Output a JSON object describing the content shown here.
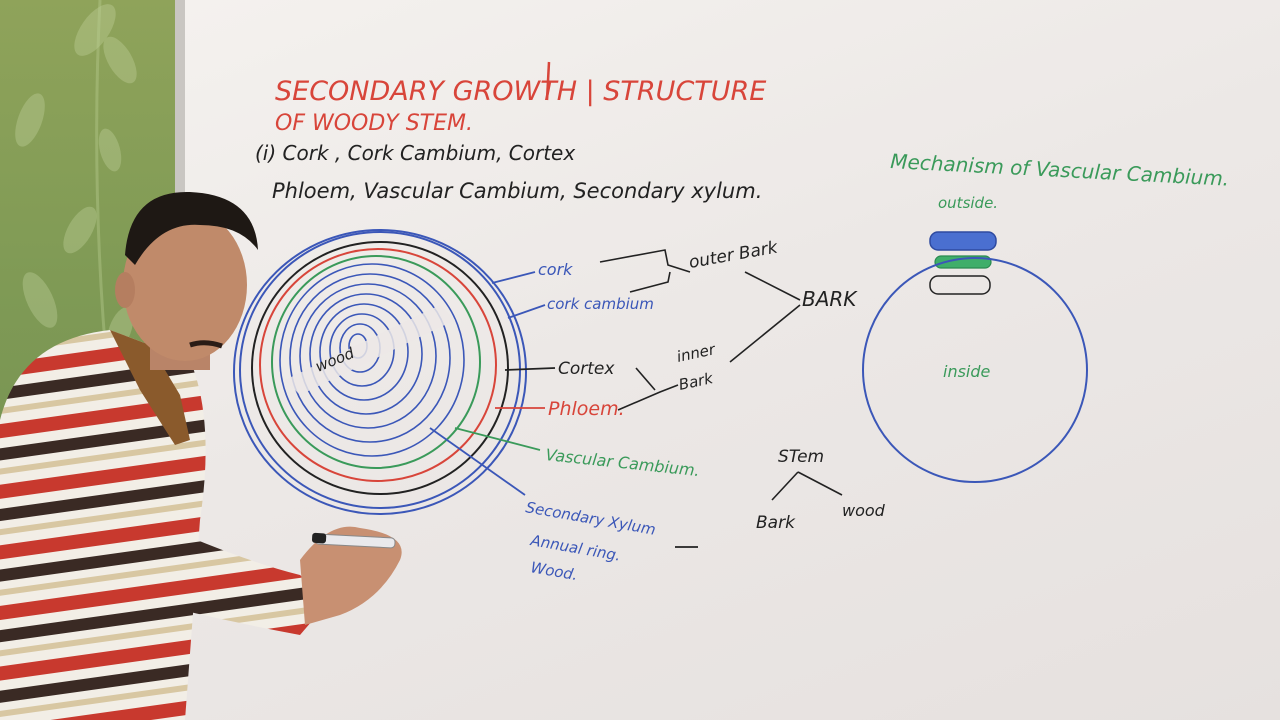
{
  "board": {
    "title_line1": "SECONDARY GROWTH | STRUCTURE",
    "title_line2": "OF WOODY STEM.",
    "list_line1": "(i) Cork , Cork Cambium, Cortex",
    "list_line2": "Phloem, Vascular Cambium, Secondary xylum."
  },
  "diagram": {
    "center_label": "wood",
    "labels": {
      "cork": "cork",
      "cork_cambium": "cork cambium",
      "cortex": "Cortex",
      "phloem": "Phloem.",
      "vascular_cambium": "Vascular Cambium.",
      "secondary_xylum": "Secondary Xylum",
      "annual_ring": "Annual ring.",
      "wood": "Wood."
    },
    "outer_bark": "outer Bark",
    "inner_bark_1": "inner",
    "inner_bark_2": "Bark",
    "bark": "BARK"
  },
  "tree": {
    "root": "STem",
    "left": "Bark",
    "right": "wood"
  },
  "mechanism": {
    "title": "Mechanism of Vascular Cambium.",
    "outside": "outside.",
    "inside": "inside"
  },
  "colors": {
    "red_marker": "#d8453a",
    "blue_marker": "#3b57b8",
    "green_marker": "#3a9a5a",
    "black_marker": "#222222",
    "wall": "#7f9a55",
    "board": "#eeeae8"
  }
}
